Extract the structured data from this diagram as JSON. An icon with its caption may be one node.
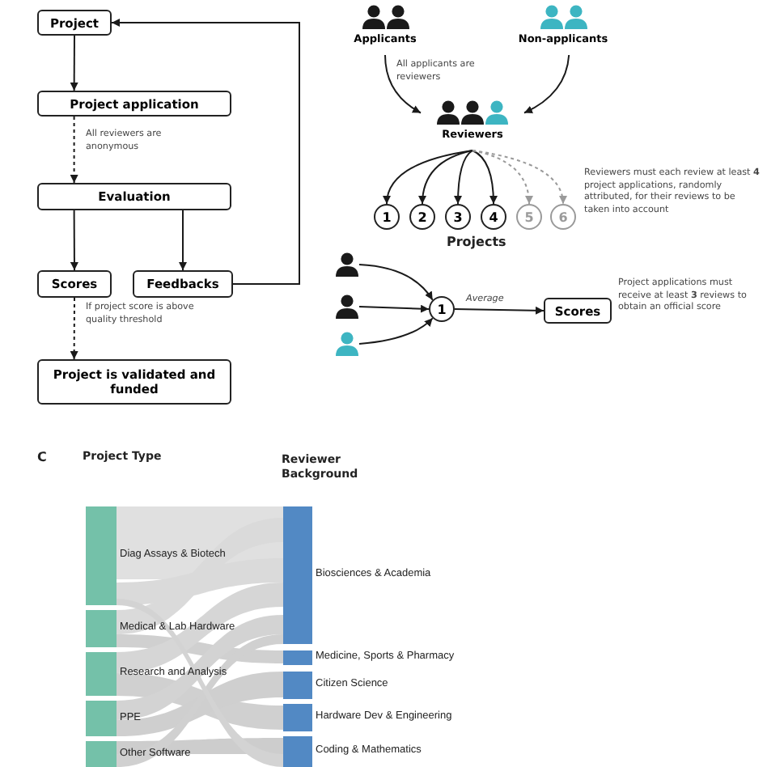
{
  "diagram": {
    "nodes": [
      {
        "text": [
          "Project"
        ]
      },
      {
        "text": [
          "Project application"
        ]
      },
      {
        "text": [
          "Evaluation"
        ]
      },
      {
        "text": [
          "Scores"
        ]
      },
      {
        "text": [
          "Feedbacks"
        ]
      },
      {
        "text": [
          "Project is validated and funded"
        ]
      },
      {
        "text": [
          "Applicants"
        ]
      },
      {
        "text": [
          "Non-applicants"
        ]
      },
      {
        "text": [
          "Reviewers"
        ]
      },
      {
        "text": [
          "1"
        ]
      },
      {
        "text": [
          "2"
        ]
      },
      {
        "text": [
          "3"
        ]
      },
      {
        "text": [
          "4"
        ]
      },
      {
        "text": [
          "5"
        ]
      },
      {
        "text": [
          "6"
        ]
      },
      {
        "text": [],
        "shape": "person"
      },
      {
        "text": [],
        "shape": "person"
      },
      {
        "text": [],
        "shape": "person"
      },
      {
        "text": [
          "1"
        ]
      },
      {
        "text": [
          "Scores"
        ]
      },
      {
        "text": [
          "Diag Assays & Biotech"
        ]
      },
      {
        "text": [
          "Medical & Lab Hardware"
        ]
      },
      {
        "text": [
          "Research and Analysis"
        ]
      },
      {
        "text": [
          "PPE"
        ]
      },
      {
        "text": [
          "Other Software"
        ]
      },
      {
        "text": [
          "Biosciences & Academia"
        ]
      },
      {
        "text": [
          "Medicine, Sports & Pharmacy"
        ]
      },
      {
        "text": [
          "Citizen Science"
        ]
      },
      {
        "text": [
          "Hardware Dev & Engineering"
        ]
      },
      {
        "text": [
          "Coding & Mathematics"
        ]
      }
    ],
    "edges": [
      {
        "from": 0,
        "to": 1,
        "arrow": "to"
      },
      {
        "from": 1,
        "to": 2,
        "arrow": "to",
        "style": "dashed",
        "label": "All reviewers are anonymous"
      },
      {
        "from": 2,
        "to": 3,
        "arrow": "to"
      },
      {
        "from": 2,
        "to": 4,
        "arrow": "to"
      },
      {
        "from": 4,
        "to": 0,
        "arrow": "to"
      },
      {
        "from": 3,
        "to": 5,
        "arrow": "to",
        "style": "dashed",
        "label": "If project score is above quality threshold"
      },
      {
        "from": 6,
        "to": 8,
        "arrow": "to",
        "label": "All applicants are reviewers"
      },
      {
        "from": 7,
        "to": 8,
        "arrow": "to"
      },
      {
        "from": 8,
        "to": 9,
        "arrow": "to"
      },
      {
        "from": 8,
        "to": 10,
        "arrow": "to"
      },
      {
        "from": 8,
        "to": 11,
        "arrow": "to"
      },
      {
        "from": 8,
        "to": 12,
        "arrow": "to"
      },
      {
        "from": 8,
        "to": 13,
        "arrow": "to",
        "style": "dashed",
        "color": "#9a9a9a"
      },
      {
        "from": 8,
        "to": 14,
        "arrow": "to",
        "style": "dashed",
        "color": "#9a9a9a"
      },
      {
        "from": 15,
        "to": 18,
        "arrow": "to"
      },
      {
        "from": 16,
        "to": 18,
        "arrow": "to"
      },
      {
        "from": 17,
        "to": 18,
        "arrow": "to"
      },
      {
        "from": 18,
        "to": 19,
        "arrow": "to",
        "label": "Average"
      }
    ],
    "labels": [
      "Projects",
      "Reviewers must each review at least **4** project applications, randomly attributed, for their reviews to be taken into account",
      "Project applications must receive at least **3** reviews to obtain an official score",
      "C",
      "Project Type",
      "Reviewer Background"
    ]
  }
}
